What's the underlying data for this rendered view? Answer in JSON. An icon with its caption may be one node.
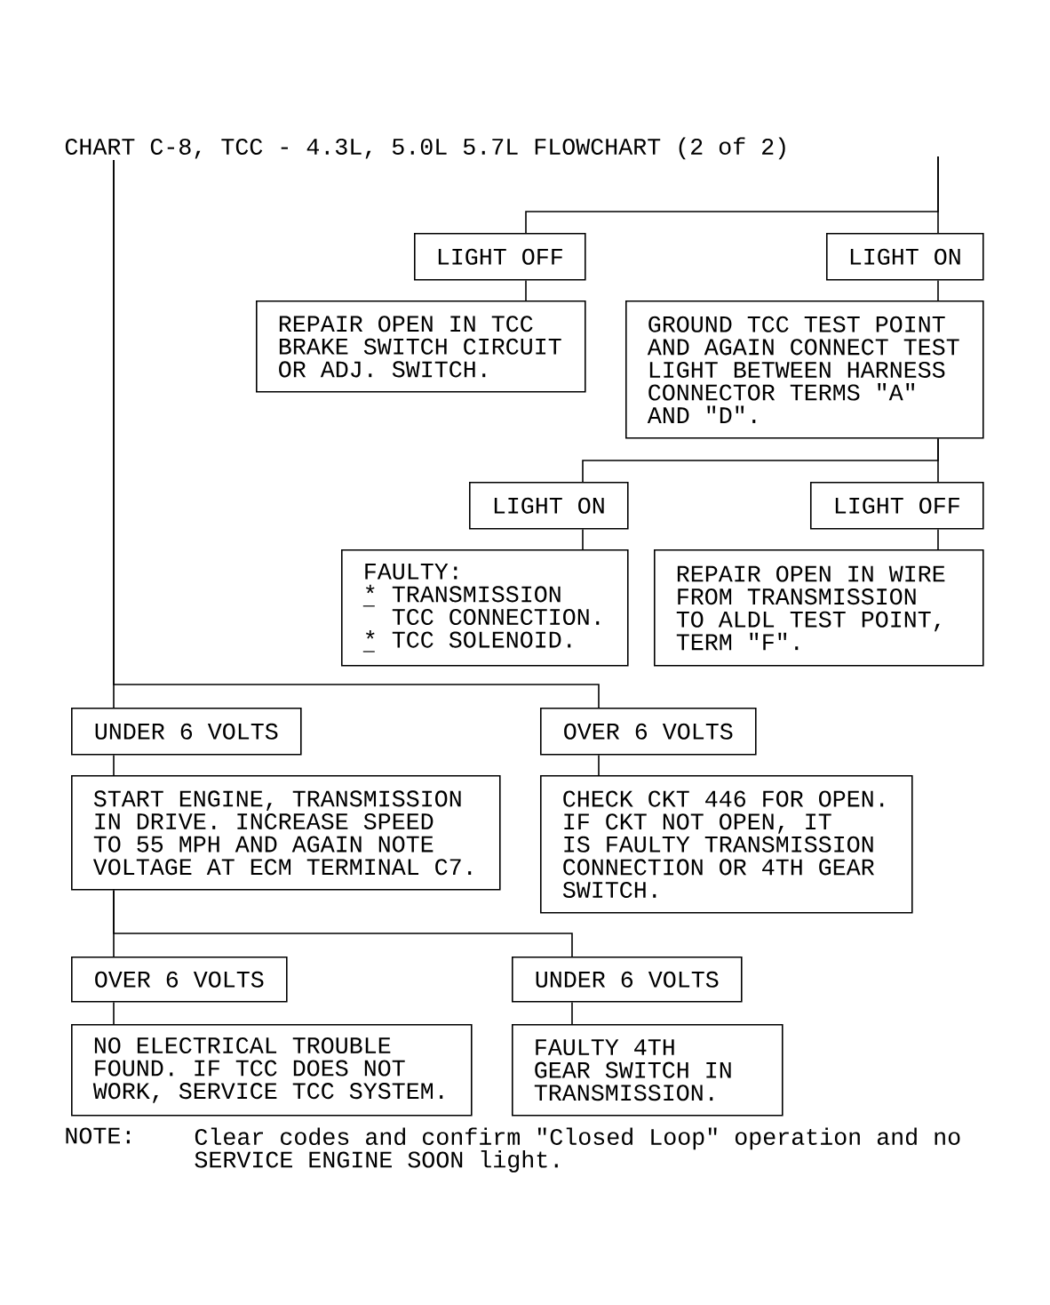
{
  "diagram": {
    "title": "CHART C-8, TCC - 4.3L, 5.0L 5.7L FLOWCHART (2 of 2)",
    "nodes": [
      {
        "text": [
          "LIGHT OFF"
        ]
      },
      {
        "text": [
          "LIGHT ON"
        ]
      },
      {
        "text": [
          "REPAIR OPEN IN TCC BRAKE SWITCH CIRCUIT OR ADJ. SWITCH."
        ]
      },
      {
        "text": [
          "GROUND TCC TEST POINT AND AGAIN CONNECT TEST LIGHT BETWEEN HARNESS CONNECTOR TERMS \"A\" AND \"D\"."
        ]
      },
      {
        "text": [
          "LIGHT ON"
        ]
      },
      {
        "text": [
          "LIGHT OFF"
        ]
      },
      {
        "text": [
          "FAULTY:",
          "* TRANSMISSION TCC CONNECTION.",
          "* TCC SOLENOID."
        ]
      },
      {
        "text": [
          "REPAIR OPEN IN WIRE FROM TRANSMISSION TO ALDL TEST POINT, TERM \"F\"."
        ]
      },
      {
        "text": [
          "UNDER 6 VOLTS"
        ]
      },
      {
        "text": [
          "OVER 6 VOLTS"
        ]
      },
      {
        "text": [
          "START ENGINE, TRANSMISSION IN DRIVE. INCREASE SPEED TO 55 MPH AND AGAIN NOTE VOLTAGE AT ECM TERMINAL C7."
        ]
      },
      {
        "text": [
          "CHECK CKT 446 FOR OPEN. IF CKT NOT OPEN, IT IS FAULTY TRANSMISSION CONNECTION OR 4TH GEAR SWITCH."
        ]
      },
      {
        "text": [
          "OVER 6 VOLTS"
        ]
      },
      {
        "text": [
          "UNDER 6 VOLTS"
        ]
      },
      {
        "text": [
          "NO ELECTRICAL TROUBLE FOUND. IF TCC DOES NOT WORK, SERVICE TCC SYSTEM."
        ]
      },
      {
        "text": [
          "FAULTY 4TH GEAR SWITCH IN TRANSMISSION."
        ]
      }
    ],
    "edges": [
      {
        "from": null,
        "to": 0,
        "arrow": "none"
      },
      {
        "from": null,
        "to": 1,
        "arrow": "none"
      },
      {
        "from": 0,
        "to": 2,
        "arrow": "none"
      },
      {
        "from": 1,
        "to": 3,
        "arrow": "none"
      },
      {
        "from": 3,
        "to": 4,
        "arrow": "none"
      },
      {
        "from": 3,
        "to": 5,
        "arrow": "none"
      },
      {
        "from": 4,
        "to": 6,
        "arrow": "none"
      },
      {
        "from": 5,
        "to": 7,
        "arrow": "none"
      },
      {
        "from": null,
        "to": 8,
        "arrow": "none"
      },
      {
        "from": null,
        "to": 9,
        "arrow": "none"
      },
      {
        "from": 8,
        "to": 10,
        "arrow": "none"
      },
      {
        "from": 9,
        "to": 11,
        "arrow": "none"
      },
      {
        "from": 10,
        "to": 12,
        "arrow": "none"
      },
      {
        "from": 10,
        "to": 13,
        "arrow": "none"
      },
      {
        "from": 12,
        "to": 14,
        "arrow": "none"
      },
      {
        "from": 13,
        "to": 15,
        "arrow": "none"
      }
    ],
    "labels": [
      "NOTE:",
      "Clear codes and confirm \"Closed Loop\" operation and no SERVICE ENGINE SOON light."
    ]
  }
}
